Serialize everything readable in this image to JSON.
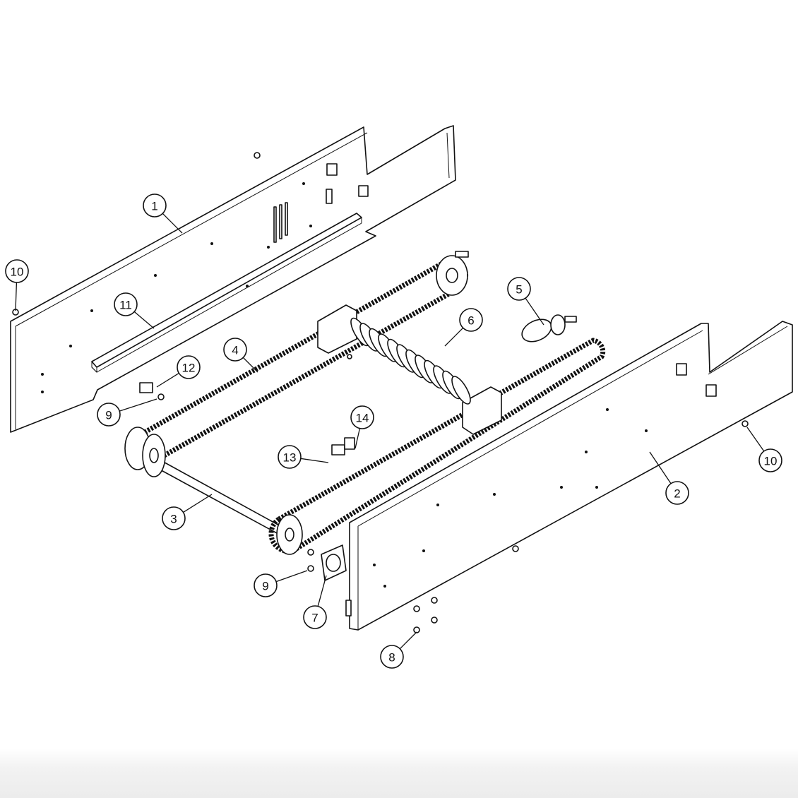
{
  "diagram": {
    "type": "exploded-parts-view",
    "callouts": [
      {
        "label": "1",
        "part": "side-panel-left"
      },
      {
        "label": "10",
        "part": "screw-left"
      },
      {
        "label": "11",
        "part": "rail"
      },
      {
        "label": "4",
        "part": "chain-left"
      },
      {
        "label": "12",
        "part": "bracket"
      },
      {
        "label": "9",
        "part": "nut-left"
      },
      {
        "label": "5",
        "part": "idler-sprocket"
      },
      {
        "label": "6",
        "part": "roller-assembly"
      },
      {
        "label": "14",
        "part": "clip"
      },
      {
        "label": "13",
        "part": "clip-screw"
      },
      {
        "label": "10",
        "part": "screw-right"
      },
      {
        "label": "2",
        "part": "side-panel-right"
      },
      {
        "label": "3",
        "part": "drive-shaft"
      },
      {
        "label": "9",
        "part": "nut-front"
      },
      {
        "label": "7",
        "part": "flange-bearing"
      },
      {
        "label": "8",
        "part": "bolts"
      }
    ]
  }
}
